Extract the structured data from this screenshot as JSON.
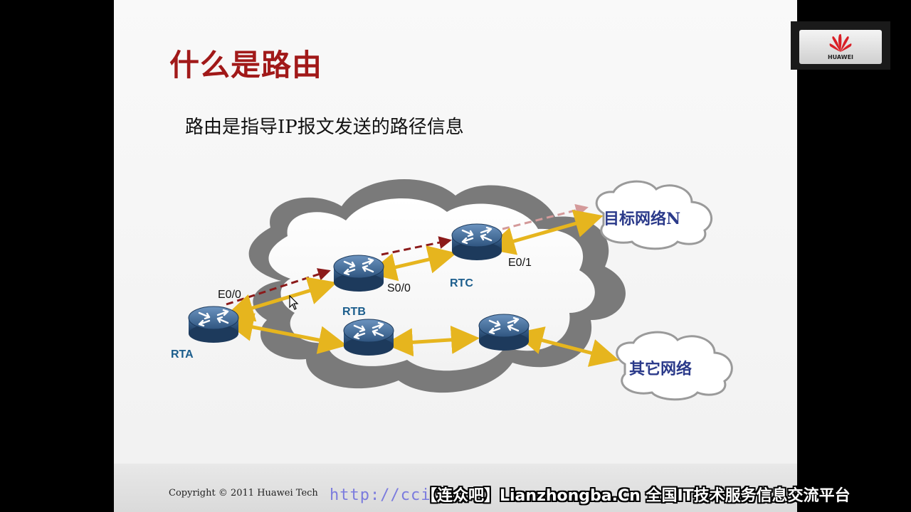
{
  "slide": {
    "title": "什么是路由",
    "subtitle": "路由是指导IP报文发送的路径信息",
    "copyright": "Copyright © 2011 Huawei Tech"
  },
  "diagram": {
    "routers": [
      {
        "id": "rta",
        "label": "RTA"
      },
      {
        "id": "rtb",
        "label": "RTB"
      },
      {
        "id": "rtc",
        "label": "RTC"
      },
      {
        "id": "rtd",
        "label": ""
      },
      {
        "id": "rte",
        "label": ""
      }
    ],
    "interfaces": {
      "rta_e00": "E0/0",
      "rtb_s00": "S0/0",
      "rtc_e01": "E0/1"
    },
    "networks": {
      "target": "目标网络N",
      "other": "其它网络"
    }
  },
  "logo": {
    "text": "HUAWEI"
  },
  "overlay": {
    "url": "http://cci",
    "banner": "【连众吧】Lianzhongba.Cn 全国IT技术服务信息交流平台"
  },
  "colors": {
    "title": "#a11919",
    "router": "#2f5580",
    "label": "#1b5d8c",
    "link": "#e6b51e",
    "path_dash": "#8b1a1a",
    "path_dash_faded": "#d49a9a",
    "network_text": "#2b3a8a"
  }
}
